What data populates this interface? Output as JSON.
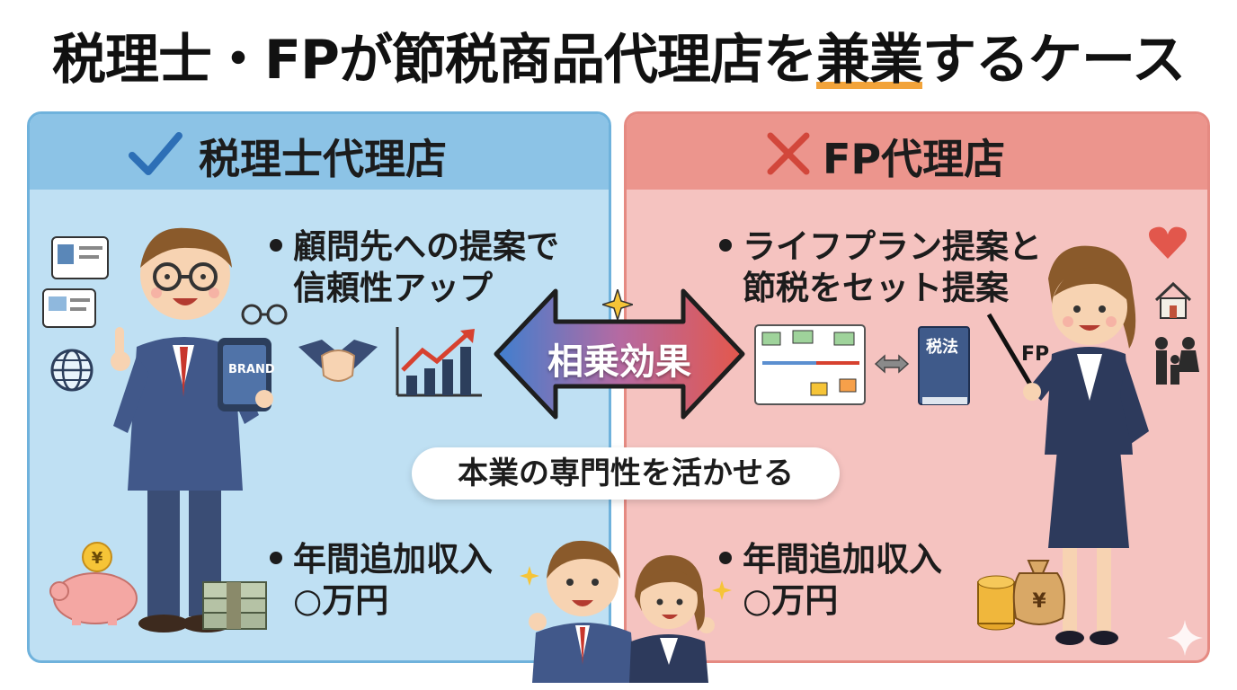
{
  "title": {
    "before": "税理士・FPが節税商品代理店を",
    "highlight": "兼業",
    "after": "するケース"
  },
  "left_panel": {
    "heading": "税理士代理店",
    "heading_icon": "check-icon",
    "bullet1": {
      "line1": "顧問先への提案で",
      "line2": "信頼性アップ"
    },
    "bullet2": {
      "line1": "年間追加収入",
      "line2": "○万円"
    },
    "tablet_label": "BRAND",
    "color": "#bfe0f3"
  },
  "right_panel": {
    "heading": "FP代理店",
    "heading_icon": "cross-icon",
    "bullet1": {
      "line1": "ライフプラン提案と",
      "line2": "節税をセット提案"
    },
    "bullet2": {
      "line1": "年間追加収入",
      "line2": "○万円"
    },
    "book_label": "税法",
    "fp_tag": "FP",
    "color": "#f5c3c0"
  },
  "center": {
    "arrow_label": "相乗効果",
    "pill_text": "本業の専門性を活かせる"
  }
}
